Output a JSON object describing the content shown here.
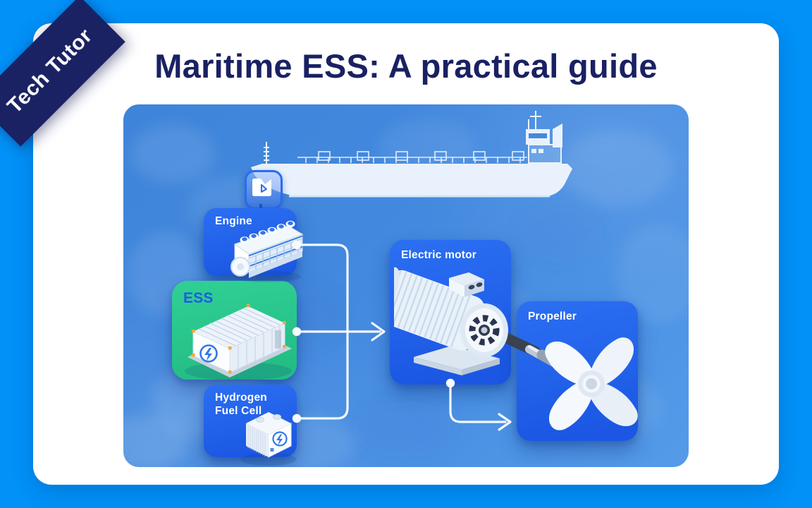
{
  "ribbon": {
    "label": "Tech Tutor"
  },
  "header": {
    "title": "Maritime ESS: A practical guide"
  },
  "diagram": {
    "ship": "cargo ship silhouette",
    "nodes": [
      {
        "id": "engine",
        "label": "Engine"
      },
      {
        "id": "ess",
        "label": "ESS"
      },
      {
        "id": "fuel_cell",
        "label": "Hydrogen Fuel Cell"
      },
      {
        "id": "motor",
        "label": "Electric motor"
      },
      {
        "id": "propeller",
        "label": "Propeller"
      }
    ],
    "flows": [
      "engine -> electric motor",
      "ess -> electric motor",
      "hydrogen fuel cell -> electric motor",
      "electric motor -> propeller"
    ]
  },
  "icons": {
    "badge": "click-pointer-icon",
    "ess_logo": "lightning-circle-icon",
    "fuel_cell_logo": "lightning-circle-icon"
  },
  "colors": {
    "frame": "#0191F7",
    "panel_water": "#4489DF",
    "card_blue": "#2063EB",
    "card_green": "#2BCB8F",
    "ribbon_navy": "#1B2263",
    "title_navy": "#1A2163",
    "connector_white": "#F4F8FD",
    "ess_label_blue": "#1E5BE8"
  }
}
